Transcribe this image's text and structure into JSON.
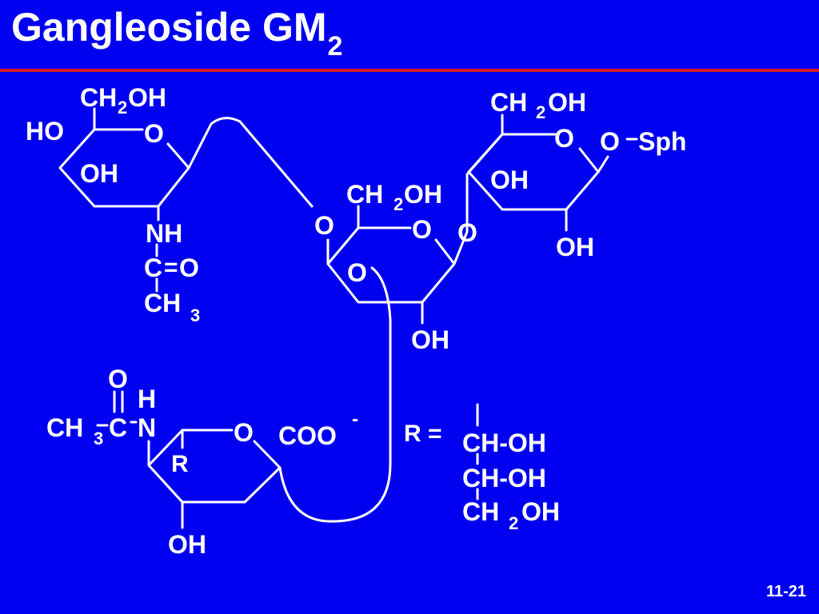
{
  "slide": {
    "title_main": "Gangleoside GM",
    "title_subscript": "2",
    "page_number": "11-21"
  },
  "colors": {
    "background": "#0000f0",
    "rule": "#d21c1c",
    "foreground": "#ffffff"
  },
  "structure": {
    "galnac": {
      "ch2oh_ch": "CH",
      "ch2oh_sub": "2",
      "ch2oh_oh": "OH",
      "ho": "HO",
      "ring_o": "O",
      "oh": "OH",
      "nh": "NH",
      "co_c": "C",
      "co_eq": "=",
      "co_o": "O",
      "ch3_ch": "CH",
      "ch3_sub": "3"
    },
    "galactose": {
      "link_o": "O",
      "ch2oh_ch": "CH",
      "ch2oh_sub": "2",
      "ch2oh_oh": "OH",
      "ring_o": "O",
      "o3": "O",
      "oh": "OH"
    },
    "glucose": {
      "ch2oh_ch": "CH",
      "ch2oh_sub": "2",
      "ch2oh_oh": "OH",
      "ring_o": "O",
      "o_sph": "O",
      "sph": "Sph",
      "link_o": "O",
      "oh_top": "OH",
      "oh_bottom": "OH"
    },
    "sialic": {
      "carbonyl_o": "O",
      "h": "H",
      "ch3_ch": "CH",
      "ch3_sub": "3",
      "c": "C",
      "n": "N",
      "ring_o": "O",
      "coo": "COO",
      "charge": "-",
      "r": "R",
      "oh": "OH"
    },
    "r_group": {
      "r_eq": "R =",
      "row1": "CH-OH",
      "row2": "CH-OH",
      "row3_ch": "CH",
      "row3_sub": "2",
      "row3_oh": "OH"
    }
  }
}
